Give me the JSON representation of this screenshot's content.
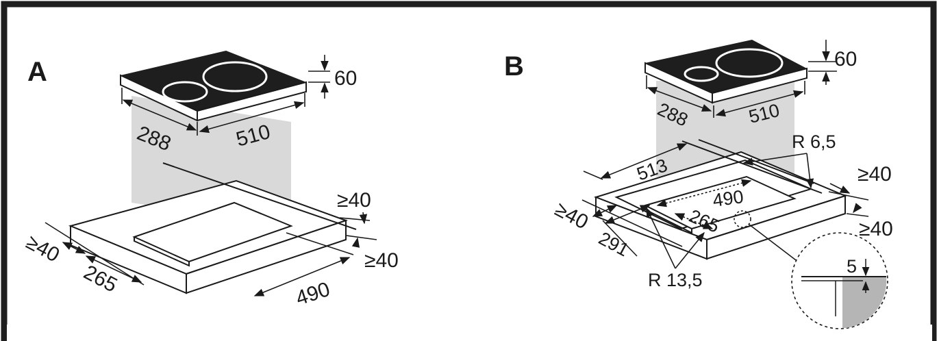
{
  "panels": {
    "a": {
      "label": "A",
      "hob_height": "60",
      "hob_depth": "288",
      "hob_width": "510",
      "clear_back": "≥40",
      "clear_side": "≥40",
      "clear_front": "≥40",
      "cutout_depth": "265",
      "cutout_width": "490"
    },
    "b": {
      "label": "B",
      "hob_height": "60",
      "hob_depth": "288",
      "hob_width": "510",
      "rebate_width": "513",
      "rebate_radius": "R 6,5",
      "clear_back": "≥40",
      "clear_side": "≥40",
      "clear_front": "≥40",
      "cutout_width": "490",
      "cutout_depth": "265",
      "rebate_depth": "291",
      "cutout_radius": "R 13,5",
      "detail_depth": "5"
    }
  },
  "colors": {
    "frame": "#1f1f1f",
    "hob_glass": "#1e1e1e",
    "projection": "#d9d9d9",
    "detail_fill": "#b5b5b5"
  }
}
